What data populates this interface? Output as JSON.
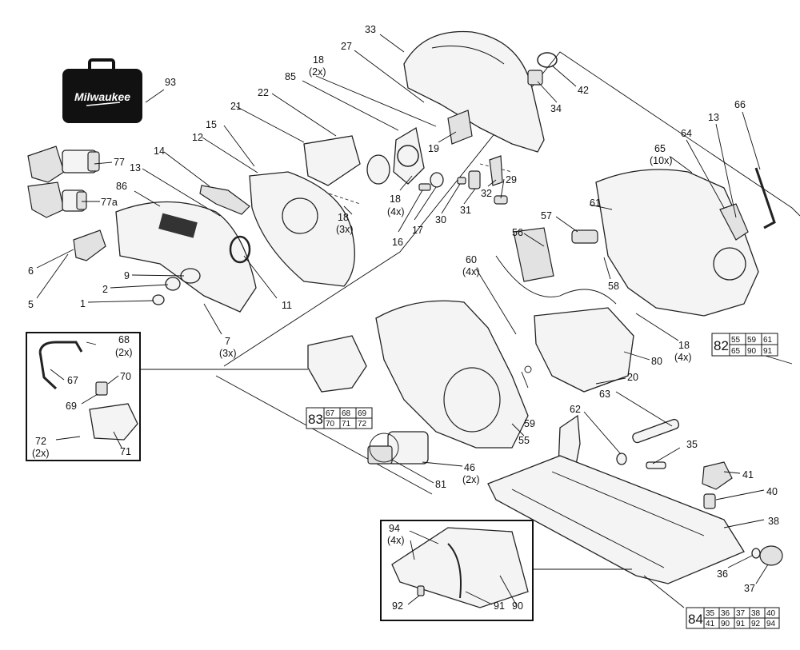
{
  "brand": {
    "logo_text": "Milwaukee"
  },
  "callouts": [
    "93",
    "77",
    "77a",
    "86",
    "6",
    "5",
    "13",
    "14",
    "12",
    "15",
    "21",
    "22",
    "85",
    "27",
    "33",
    "18",
    "(2x)",
    "42",
    "34",
    "19",
    "18",
    "(4x)",
    "16",
    "17",
    "30",
    "31",
    "32",
    "29",
    "18",
    "(3x)",
    "9",
    "2",
    "1",
    "11",
    "7",
    "(3x)",
    "65",
    "(10x)",
    "64",
    "13",
    "66",
    "61",
    "57",
    "56",
    "60",
    "(4x)",
    "58",
    "18",
    "(4x)",
    "80",
    "20",
    "68",
    "(2x)",
    "67",
    "70",
    "69",
    "72",
    "(2x)",
    "71",
    "59",
    "55",
    "63",
    "62",
    "35",
    "41",
    "40",
    "38",
    "36",
    "37",
    "46",
    "(2x)",
    "81",
    "94",
    "(4x)",
    "92",
    "91",
    "90"
  ],
  "kits": [
    {
      "id": "82",
      "parts": [
        "55",
        "59",
        "61",
        "65",
        "90",
        "91"
      ]
    },
    {
      "id": "83",
      "parts": [
        "67",
        "68",
        "69",
        "70",
        "71",
        "72"
      ]
    },
    {
      "id": "84",
      "parts": [
        "35",
        "36",
        "37",
        "38",
        "40",
        "41",
        "90",
        "91",
        "92",
        "94"
      ]
    }
  ]
}
